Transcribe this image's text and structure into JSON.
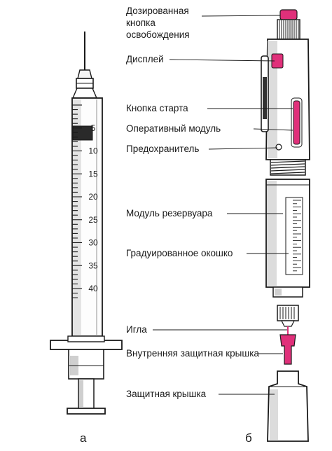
{
  "labels": {
    "release_button": "Дозированная кнопка освобождения",
    "display": "Дисплей",
    "start_button": "Кнопка старта",
    "operative_module": "Оперативный модуль",
    "safety": "Предохранитель",
    "reservoir_module": "Модуль резервуара",
    "graduated_window": "Градуированное окошко",
    "needle": "Игла",
    "inner_cap": "Внутренняя защитная крышка",
    "outer_cap": "Защитная крышка"
  },
  "captions": {
    "syringe": "а",
    "pen": "б"
  },
  "scale": {
    "numbers": [
      "5",
      "10",
      "15",
      "20",
      "25",
      "30",
      "35",
      "40"
    ]
  },
  "colors": {
    "accent": "#e0307a",
    "ink": "#1a1a1a",
    "bg": "#ffffff"
  }
}
